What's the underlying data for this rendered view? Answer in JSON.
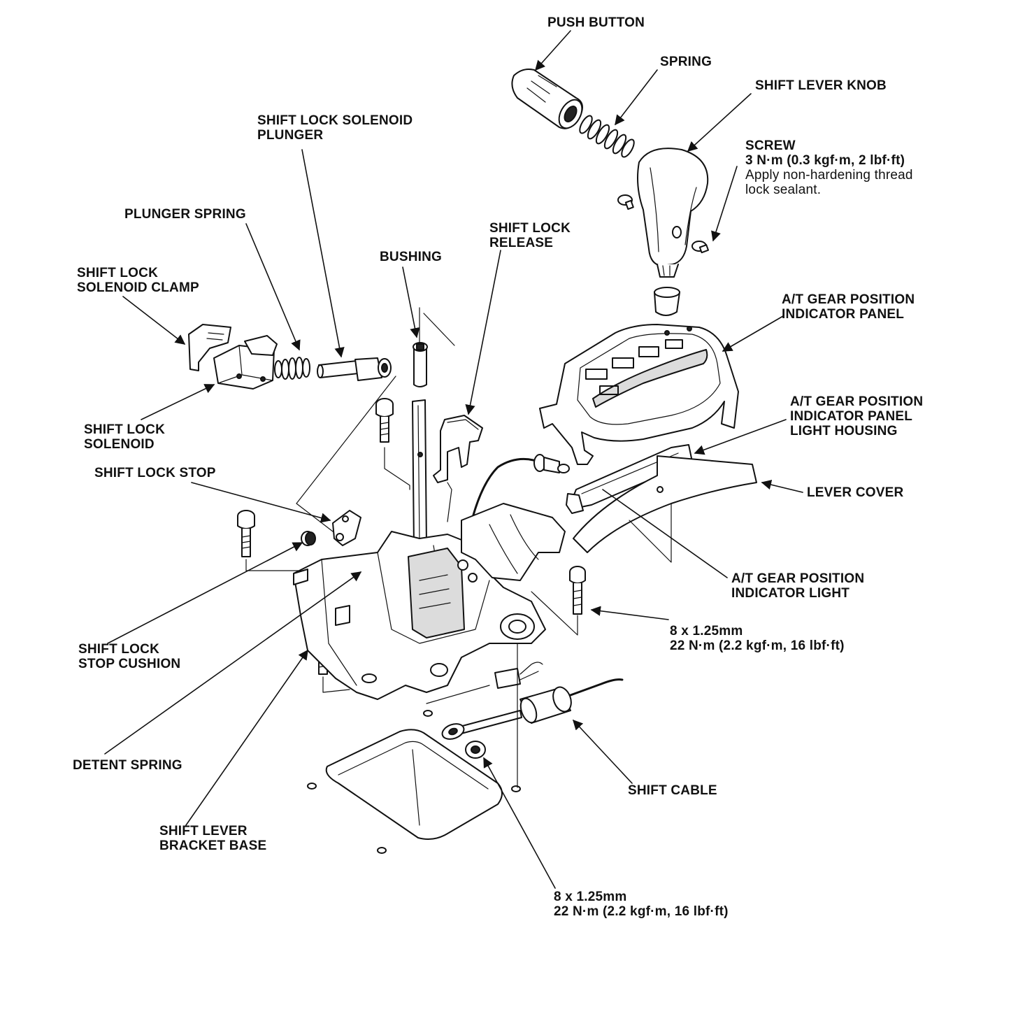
{
  "labels": {
    "push_button": "PUSH BUTTON",
    "spring": "SPRING",
    "shift_lever_knob": "SHIFT LEVER KNOB",
    "screw": {
      "l1": "SCREW",
      "l2": "3 N·m (0.3 kgf·m, 2 lbf·ft)",
      "l3": "Apply non-hardening thread",
      "l4": "lock sealant."
    },
    "shift_lock_solenoid_plunger": {
      "l1": "SHIFT LOCK SOLENOID",
      "l2": "PLUNGER"
    },
    "plunger_spring": "PLUNGER SPRING",
    "shift_lock_release": {
      "l1": "SHIFT LOCK",
      "l2": "RELEASE"
    },
    "bushing": "BUSHING",
    "shift_lock_solenoid_clamp": {
      "l1": "SHIFT LOCK",
      "l2": "SOLENOID CLAMP"
    },
    "at_gear_position_indicator_panel": {
      "l1": "A/T GEAR POSITION",
      "l2": "INDICATOR PANEL"
    },
    "at_gear_position_indicator_panel_light_housing": {
      "l1": "A/T GEAR POSITION",
      "l2": "INDICATOR PANEL",
      "l3": "LIGHT HOUSING"
    },
    "shift_lock_solenoid": {
      "l1": "SHIFT LOCK",
      "l2": "SOLENOID"
    },
    "shift_lock_stop": "SHIFT LOCK STOP",
    "lever_cover": "LEVER COVER",
    "at_gear_position_indicator_light": {
      "l1": "A/T GEAR POSITION",
      "l2": "INDICATOR LIGHT"
    },
    "bolt_right": {
      "l1": "8 x 1.25mm",
      "l2": "22 N·m (2.2 kgf·m, 16 lbf·ft)"
    },
    "shift_lock_stop_cushion": {
      "l1": "SHIFT LOCK",
      "l2": "STOP CUSHION"
    },
    "detent_spring": "DETENT SPRING",
    "shift_cable": "SHIFT CABLE",
    "shift_lever_bracket_base": {
      "l1": "SHIFT LEVER",
      "l2": "BRACKET BASE"
    },
    "bolt_bottom": {
      "l1": "8 x 1.25mm",
      "l2": "22 N·m (2.2 kgf·m, 16 lbf·ft)"
    }
  }
}
